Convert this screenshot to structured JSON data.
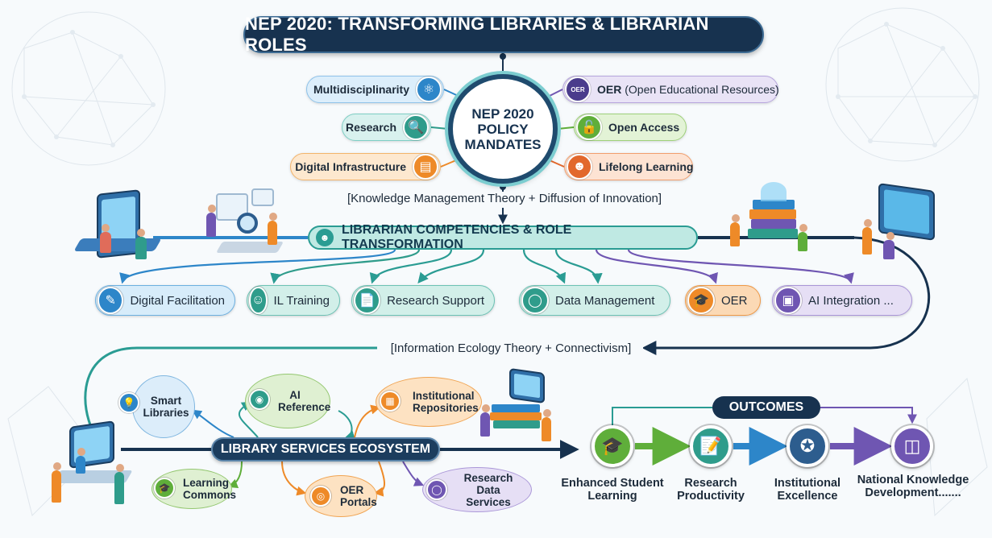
{
  "title": "NEP 2020: TRANSFORMING LIBRARIES & LIBRARIAN ROLES",
  "hub": {
    "label": "NEP 2020 POLICY MANDATES"
  },
  "mandates_left": [
    {
      "label": "Multidisciplinarity",
      "icon": "atom-icon"
    },
    {
      "label": "Research",
      "icon": "magnifier-icon"
    },
    {
      "label": "Digital Infrastructure",
      "icon": "server-icon"
    }
  ],
  "mandates_right": [
    {
      "prefix": "OER",
      "label": "(Open Educational Resources)",
      "icon": "oer-badge-icon"
    },
    {
      "label": "Open Access",
      "icon": "unlocked-padlock-icon"
    },
    {
      "label": "Lifelong Learning",
      "icon": "learner-icon"
    }
  ],
  "theory_1": "[Knowledge Management Theory + Diffusion of Innovation]",
  "banner": "LIBRARIAN COMPETENCIES & ROLE TRANSFORMATION",
  "competencies": [
    {
      "label": "Digital Facilitation",
      "icon": "tablet-pen-icon"
    },
    {
      "label": "IL Training",
      "icon": "group-icon"
    },
    {
      "label": "Research Support",
      "icon": "document-search-icon"
    },
    {
      "label": "Data Management",
      "icon": "database-icon"
    },
    {
      "label": "OER",
      "icon": "graduation-cap-icon"
    },
    {
      "label": "AI Integration ...",
      "icon": "ai-chip-icon"
    }
  ],
  "theory_2": "[Information Ecology Theory + Connectivism]",
  "ecosystem": {
    "label": "LIBRARY SERVICES ECOSYSTEM",
    "services": [
      {
        "label": "Smart Libraries",
        "icon": "lightbulb-icon"
      },
      {
        "label": "AI Reference",
        "icon": "brain-icon"
      },
      {
        "label": "Institutional Repositories",
        "icon": "archive-box-icon"
      },
      {
        "label": "Learning Commons",
        "icon": "graduation-cap-icon"
      },
      {
        "label": "OER Portals",
        "icon": "portal-icon"
      },
      {
        "label": "Research Data Services",
        "icon": "database-icon"
      }
    ]
  },
  "outcomes": {
    "label": "OUTCOMES",
    "items": [
      {
        "label": "Enhanced Student Learning",
        "icon": "graduation-cap-icon"
      },
      {
        "label": "Research Productivity",
        "icon": "report-icon"
      },
      {
        "label": "Institutional Excellence",
        "icon": "award-medal-icon"
      },
      {
        "label": "National Knowledge Development.......",
        "icon": "globe-icon"
      }
    ]
  },
  "colors": {
    "navy": "#17324f",
    "teal": "#2a9c93",
    "blue": "#2d86c9",
    "orange": "#ee8a28",
    "purple": "#6f56b2",
    "green": "#5fae3a"
  }
}
